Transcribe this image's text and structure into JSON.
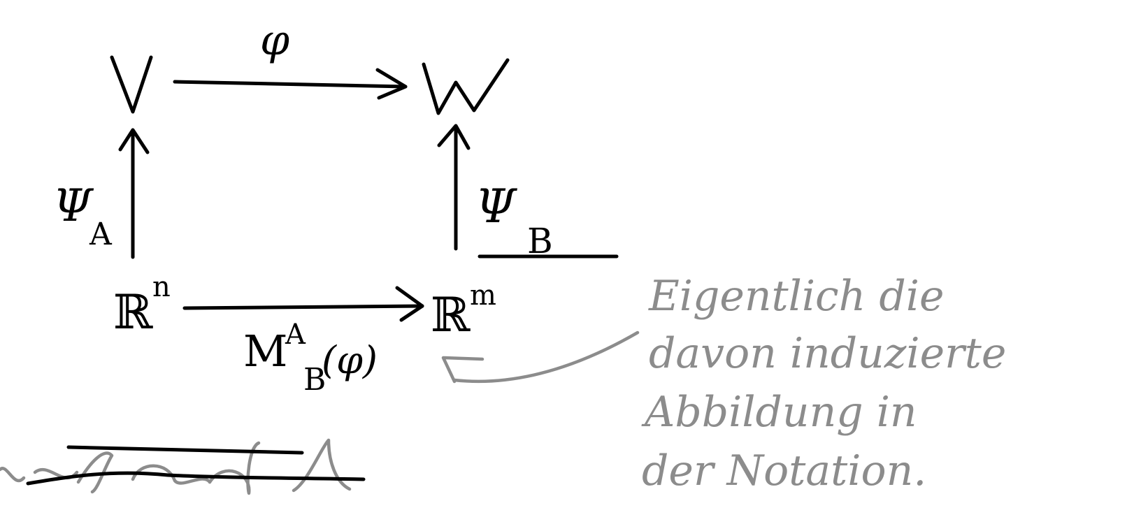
{
  "diagram": {
    "nodes": {
      "top_left": "V",
      "top_right": "W",
      "bottom_left_base": "ℝ",
      "bottom_left_exp": "n",
      "bottom_right_base": "ℝ",
      "bottom_right_exp": "m"
    },
    "arrows": {
      "top_label": "φ",
      "left_label": "Ψ",
      "left_label_sub": "A",
      "right_label": "Ψ",
      "right_label_sub": "B",
      "bottom_label": "M",
      "bottom_label_sup": "A",
      "bottom_label_sub": "B",
      "bottom_label_arg": "(φ)"
    }
  },
  "annotation": {
    "lines": [
      "Eigentlich die",
      "davon induzierte",
      "Abbildung in",
      "der Notation."
    ]
  },
  "colors": {
    "ink": "#000000",
    "annotation_ink": "#8c8c8c",
    "background": "#ffffff"
  }
}
